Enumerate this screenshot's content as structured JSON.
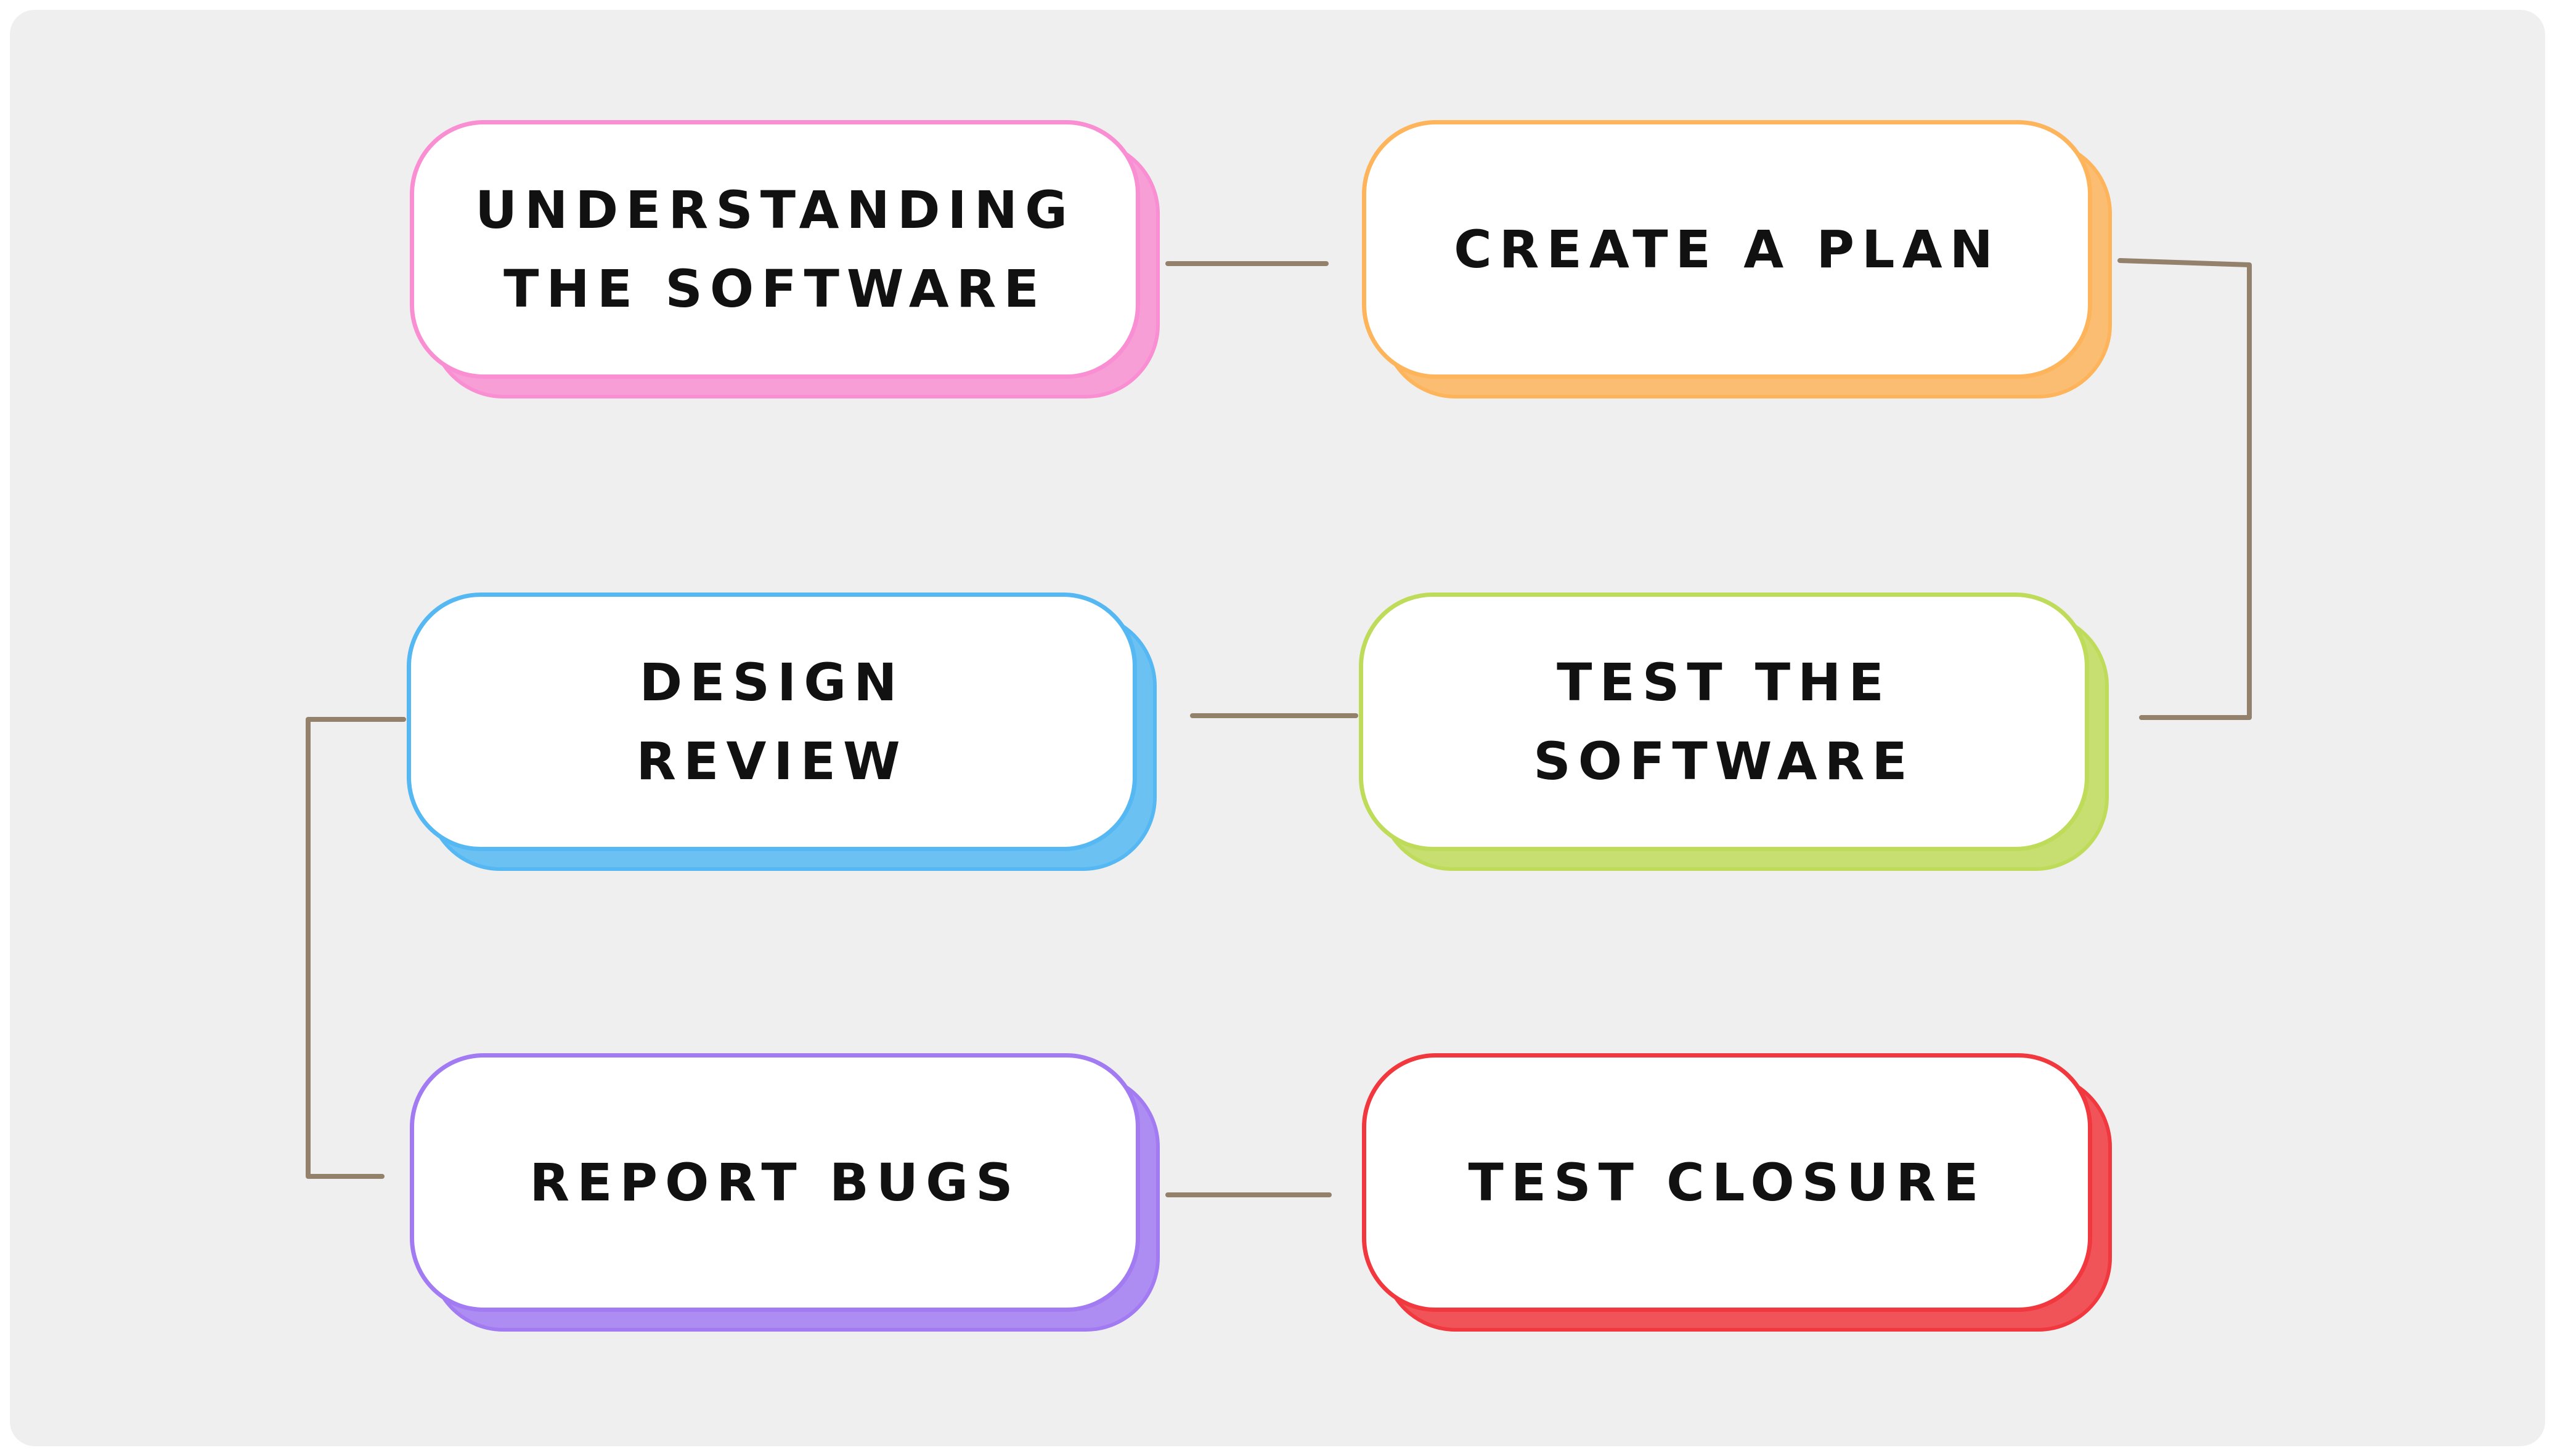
{
  "diagram": {
    "type": "flowchart",
    "nodes": [
      {
        "id": "understanding",
        "label": "UNDERSTANDING\nTHE SOFTWARE",
        "color": "#f98fd2"
      },
      {
        "id": "plan",
        "label": "CREATE A PLAN",
        "color": "#fdb45a"
      },
      {
        "id": "test",
        "label": "TEST THE\nSOFTWARE",
        "color": "#bedc59"
      },
      {
        "id": "review",
        "label": "DESIGN\nREVIEW",
        "color": "#55b8f3"
      },
      {
        "id": "bugs",
        "label": "REPORT BUGS",
        "color": "#a27bf2"
      },
      {
        "id": "closure",
        "label": "TEST CLOSURE",
        "color": "#f0383e"
      }
    ],
    "edges": [
      {
        "from": "understanding",
        "to": "plan"
      },
      {
        "from": "plan",
        "to": "test"
      },
      {
        "from": "test",
        "to": "review"
      },
      {
        "from": "review",
        "to": "bugs"
      },
      {
        "from": "bugs",
        "to": "closure"
      }
    ],
    "connector_color": "#93816c",
    "background_color": "#efefef"
  }
}
